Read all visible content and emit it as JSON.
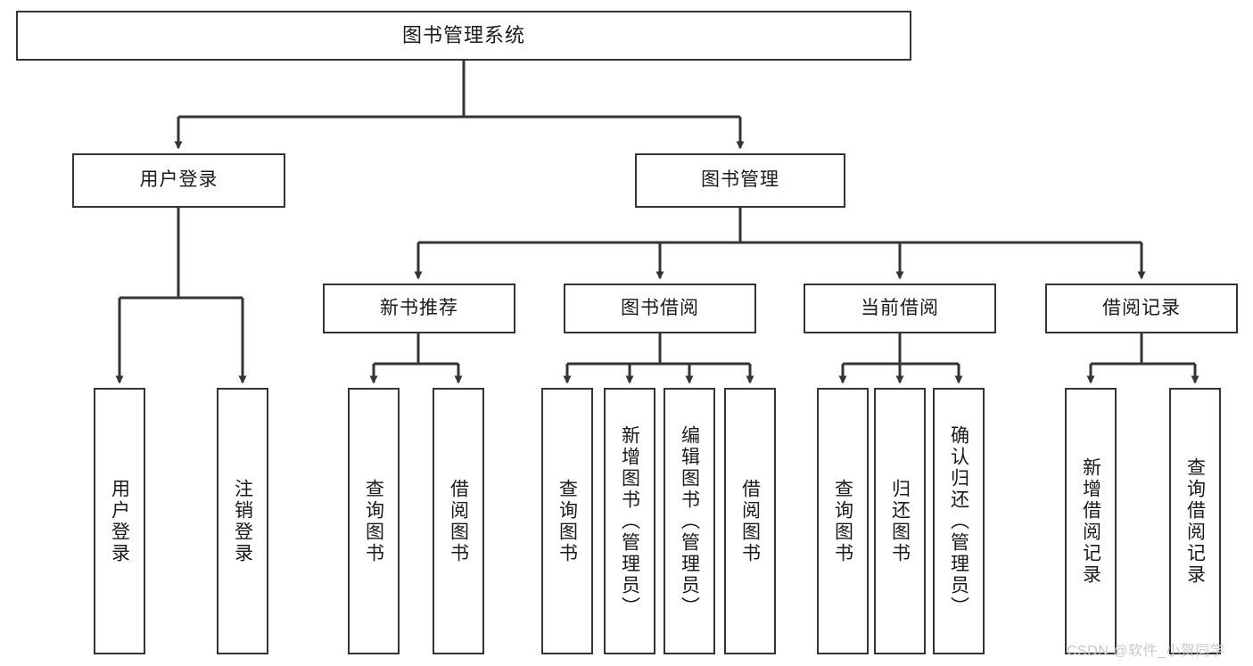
{
  "diagram": {
    "type": "tree",
    "title": "图书管理系统",
    "watermark": "CSDN @软件_小贺同学",
    "colors": {
      "box_stroke": "#33333a",
      "box_fill": "#ffffff",
      "edge": "#33333a",
      "text": "#1a1a1a",
      "watermark": "#c9c9c9",
      "background": "#ffffff"
    },
    "nodes": {
      "root": {
        "label": "图书管理系统"
      },
      "level1": [
        {
          "label": "用户登录"
        },
        {
          "label": "图书管理"
        }
      ],
      "level2": [
        {
          "label": "新书推荐"
        },
        {
          "label": "图书借阅"
        },
        {
          "label": "当前借阅"
        },
        {
          "label": "借阅记录"
        }
      ],
      "leaves": {
        "user_login": [
          {
            "label": "用户登录"
          },
          {
            "label": "注销登录"
          }
        ],
        "new_book_recommend": [
          {
            "label": "查询图书"
          },
          {
            "label": "借阅图书"
          }
        ],
        "book_borrow": [
          {
            "label": "查询图书"
          },
          {
            "label": "新增图书（管理员）"
          },
          {
            "label": "编辑图书（管理员）"
          },
          {
            "label": "借阅图书"
          }
        ],
        "current_borrow": [
          {
            "label": "查询图书"
          },
          {
            "label": "归还图书"
          },
          {
            "label": "确认归还（管理员）"
          }
        ],
        "borrow_record": [
          {
            "label": "新增借阅记录"
          },
          {
            "label": "查询借阅记录"
          }
        ]
      }
    }
  }
}
